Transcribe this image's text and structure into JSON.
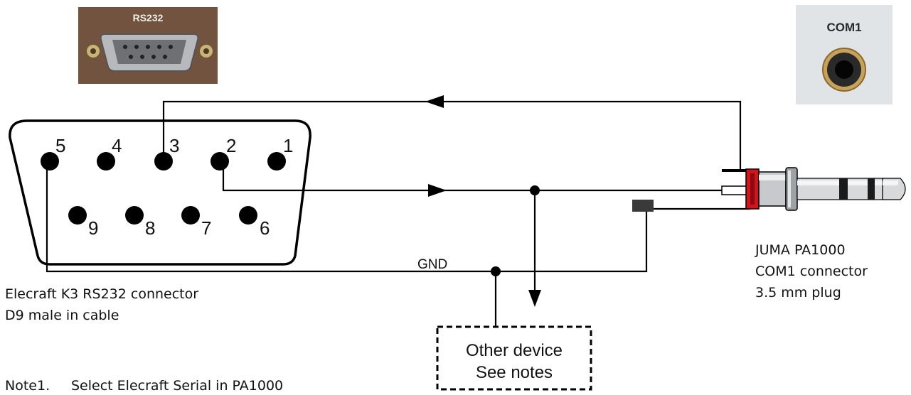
{
  "colors": {
    "wire": "#000000",
    "photo_bg_rs232": "#7a5a44",
    "photo_bg_com1": "#d9dde0",
    "plug_red": "#d4141c"
  },
  "photos": {
    "rs232": {
      "label": "RS232"
    },
    "com1": {
      "label": "COM1"
    }
  },
  "d9": {
    "pins_top": [
      "5",
      "4",
      "3",
      "2",
      "1"
    ],
    "pins_bottom": [
      "9",
      "8",
      "7",
      "6"
    ]
  },
  "wire_labels": {
    "gnd": "GND"
  },
  "left_caption": {
    "line1": "Elecraft K3 RS232 connector",
    "line2": "D9 male in cable"
  },
  "right_caption": {
    "line1": "JUMA PA1000",
    "line2": "COM1 connector",
    "line3": "3.5 mm plug"
  },
  "other_device": {
    "line1": "Other device",
    "line2": "See notes"
  },
  "note": {
    "label": "Note1.",
    "text": "Select Elecraft Serial in PA1000"
  }
}
